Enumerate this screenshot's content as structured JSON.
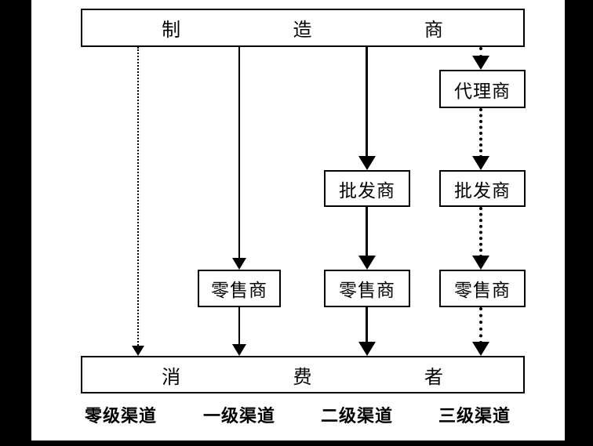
{
  "nodes": {
    "manufacturer": {
      "label": "制造商",
      "chars": [
        "制",
        "造",
        "商"
      ]
    },
    "agent": {
      "label": "代理商"
    },
    "wholesalers": [
      {
        "label": "批发商"
      },
      {
        "label": "批发商"
      }
    ],
    "retailers": [
      {
        "label": "零售商"
      },
      {
        "label": "零售商"
      },
      {
        "label": "零售商"
      }
    ],
    "consumer": {
      "label": "消费者",
      "chars": [
        "消",
        "费",
        "者"
      ]
    }
  },
  "channel_labels": [
    {
      "label": "零级渠道"
    },
    {
      "label": "一级渠道"
    },
    {
      "label": "二级渠道"
    },
    {
      "label": "三级渠道"
    }
  ],
  "edges": [
    {
      "channel": "零级渠道",
      "path": [
        "制造商",
        "消费者"
      ],
      "line_style": "dotted-thin"
    },
    {
      "channel": "一级渠道",
      "path": [
        "制造商",
        "零售商",
        "消费者"
      ],
      "line_style": "solid-thin"
    },
    {
      "channel": "二级渠道",
      "path": [
        "制造商",
        "批发商",
        "零售商",
        "消费者"
      ],
      "line_style": "solid-thick"
    },
    {
      "channel": "三级渠道",
      "path": [
        "制造商",
        "代理商",
        "批发商",
        "零售商",
        "消费者"
      ],
      "line_style": "dotted-thick"
    }
  ],
  "colors": {
    "line": "#000000",
    "box_border": "#000000",
    "box_fill": "#ffffff",
    "background": "#ffffff",
    "frame_bars": "#000000"
  }
}
